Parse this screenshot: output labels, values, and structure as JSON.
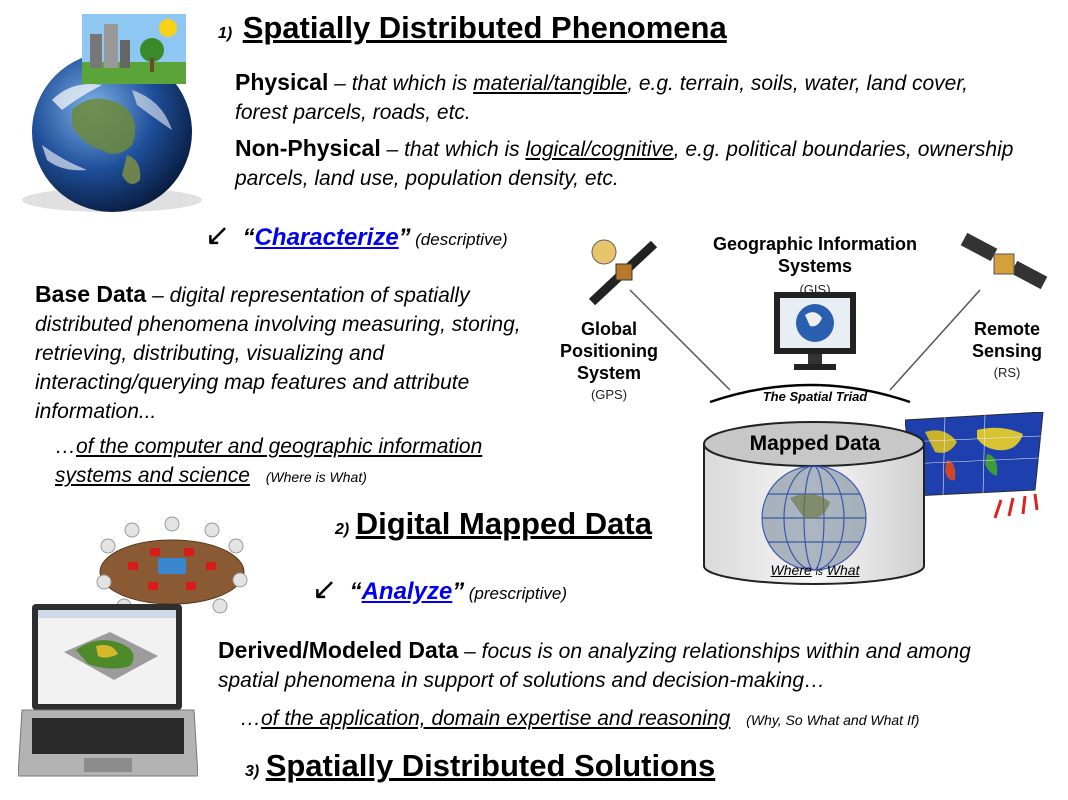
{
  "sections": {
    "s1": {
      "num": "1)",
      "title": "Spatially Distributed Phenomena"
    },
    "s2": {
      "num": "2)",
      "title": "Digital Mapped Data"
    },
    "s3": {
      "num": "3)",
      "title": "Spatially Distributed Solutions"
    }
  },
  "physical": {
    "term": "Physical",
    "dash": " – ",
    "pre": "that which is ",
    "key": "material/tangible",
    "post": ", e.g. terrain, soils, water, land cover, forest parcels, roads, etc."
  },
  "nonphysical": {
    "term": "Non-Physical",
    "dash": " – ",
    "pre": "that which is ",
    "key": "logical/cognitive",
    "post": ", e.g. political boundaries, ownership parcels, land use, population density, etc."
  },
  "characterize": {
    "arrow": "↙",
    "open": "“",
    "word": "Characterize",
    "close": "”",
    "note": "(descriptive)"
  },
  "analyze": {
    "arrow": "↙",
    "open": "“",
    "word": "Analyze",
    "close": "”",
    "note": "(prescriptive)"
  },
  "base_data": {
    "term": "Base Data",
    "dash": " – ",
    "text": "digital representation of spatially distributed phenomena involving measuring, storing, retrieving, distributing, visualizing and interacting/querying map features and attribute information...",
    "ellipsis": "…",
    "sub": "of the computer and geographic information systems and science",
    "sub_note": "(Where is What)"
  },
  "derived_data": {
    "term": "Derived/Modeled Data",
    "dash": " – ",
    "text": "focus is on analyzing relationships within and among spatial phenomena in support of solutions and decision-making…",
    "ellipsis": "…",
    "sub": "of the application, domain expertise and reasoning",
    "sub_note": "(Why, So What and What If)"
  },
  "triad": {
    "gis": {
      "name": "Geographic Information Systems",
      "abbr": "(GIS)"
    },
    "gps": {
      "name": "Global Positioning System",
      "abbr": "(GPS)"
    },
    "rs": {
      "name": "Remote Sensing",
      "abbr": "(RS)"
    },
    "caption": "The Spatial Triad",
    "mapped_data": "Mapped Data",
    "where": "Where",
    "is": "is",
    "what": "What"
  },
  "icons": [
    "earth-globe-icon",
    "city-park-icon",
    "satellite-gps-icon",
    "satellite-rs-icon",
    "computer-monitor-icon",
    "world-map-icon",
    "meeting-table-icon",
    "laptop-icon"
  ],
  "colors": {
    "link": "#0000ee",
    "text": "#000000",
    "background": "#ffffff"
  }
}
